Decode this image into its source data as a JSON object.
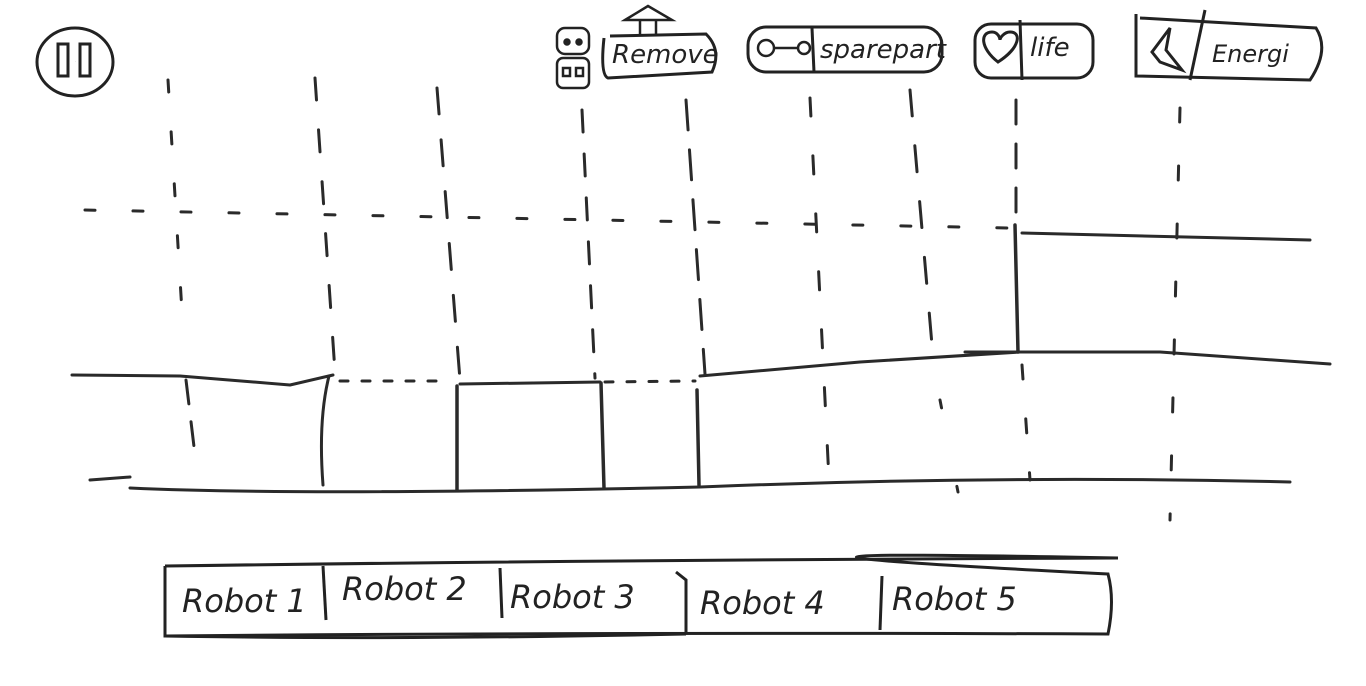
{
  "hud": {
    "pause_label": "II",
    "remove_label": "Remove",
    "sparepart_label": "sparepart",
    "life_label": "life",
    "energy_label": "Energi"
  },
  "robot_bar": {
    "tabs": [
      {
        "label": "Robot 1"
      },
      {
        "label": "Robot 2"
      },
      {
        "label": "Robot 3"
      },
      {
        "label": "Robot 4"
      },
      {
        "label": "Robot 5"
      }
    ]
  },
  "colors": {
    "ink": "#222222",
    "background": "#ffffff"
  }
}
